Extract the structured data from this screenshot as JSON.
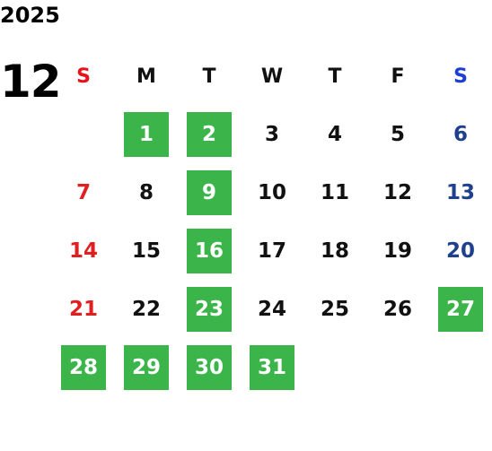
{
  "calendar": {
    "year": "2025",
    "month": "12",
    "weekdays": [
      {
        "label": "S",
        "color": "#e8121b"
      },
      {
        "label": "M",
        "color": "#111111"
      },
      {
        "label": "T",
        "color": "#111111"
      },
      {
        "label": "W",
        "color": "#111111"
      },
      {
        "label": "T",
        "color": "#111111"
      },
      {
        "label": "F",
        "color": "#111111"
      },
      {
        "label": "S",
        "color": "#1a3fd6"
      }
    ],
    "first_weekday_index": 1,
    "days": [
      {
        "day": "1",
        "highlighted": true
      },
      {
        "day": "2",
        "highlighted": true
      },
      {
        "day": "3",
        "highlighted": false
      },
      {
        "day": "4",
        "highlighted": false
      },
      {
        "day": "5",
        "highlighted": false
      },
      {
        "day": "6",
        "highlighted": false
      },
      {
        "day": "7",
        "highlighted": false
      },
      {
        "day": "8",
        "highlighted": false
      },
      {
        "day": "9",
        "highlighted": true
      },
      {
        "day": "10",
        "highlighted": false
      },
      {
        "day": "11",
        "highlighted": false
      },
      {
        "day": "12",
        "highlighted": false
      },
      {
        "day": "13",
        "highlighted": false
      },
      {
        "day": "14",
        "highlighted": false
      },
      {
        "day": "15",
        "highlighted": false
      },
      {
        "day": "16",
        "highlighted": true
      },
      {
        "day": "17",
        "highlighted": false
      },
      {
        "day": "18",
        "highlighted": false
      },
      {
        "day": "19",
        "highlighted": false
      },
      {
        "day": "20",
        "highlighted": false
      },
      {
        "day": "21",
        "highlighted": false
      },
      {
        "day": "22",
        "highlighted": false
      },
      {
        "day": "23",
        "highlighted": true
      },
      {
        "day": "24",
        "highlighted": false
      },
      {
        "day": "25",
        "highlighted": false
      },
      {
        "day": "26",
        "highlighted": false
      },
      {
        "day": "27",
        "highlighted": true
      },
      {
        "day": "28",
        "highlighted": true
      },
      {
        "day": "29",
        "highlighted": true
      },
      {
        "day": "30",
        "highlighted": true
      },
      {
        "day": "31",
        "highlighted": true
      }
    ],
    "colors": {
      "highlight": "#3bb54a",
      "sunday": "#e02020",
      "saturday": "#1f3f8f",
      "weekday": "#111111",
      "highlight_text": "#ffffff"
    }
  }
}
